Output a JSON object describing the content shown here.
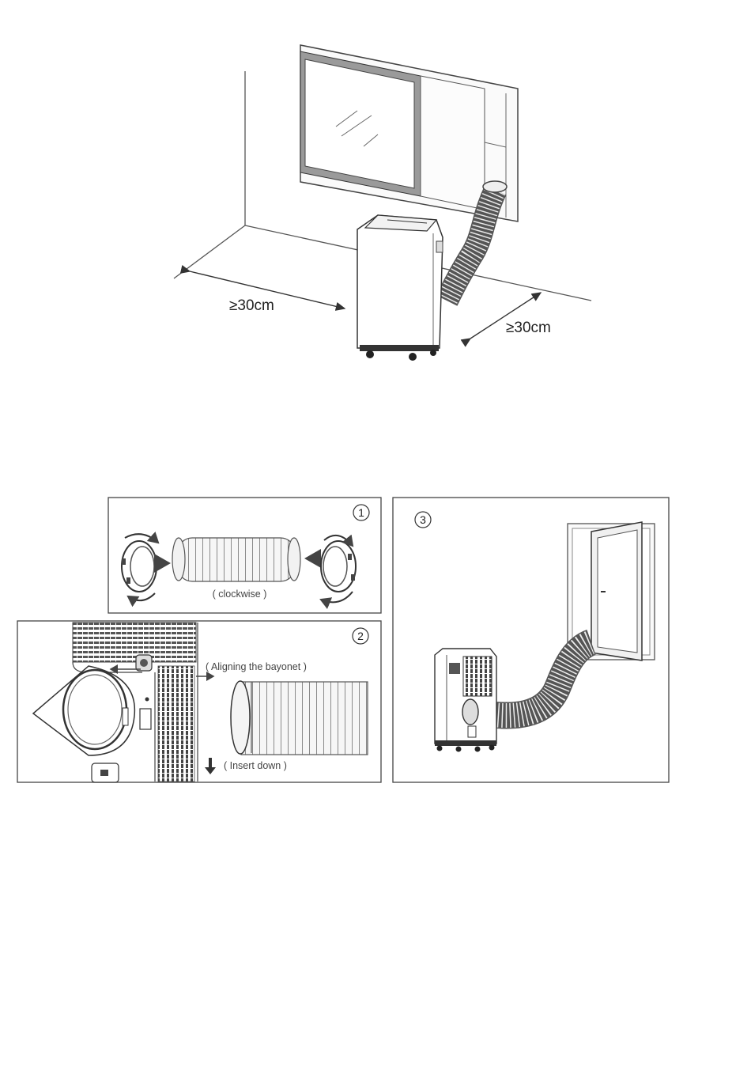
{
  "clearance": {
    "left_label": "≥30cm",
    "back_label": "≥30cm"
  },
  "steps": [
    {
      "number": "1",
      "caption": "( clockwise )"
    },
    {
      "number": "2",
      "caption_top": "( Aligning the bayonet )",
      "caption_bottom": "( Insert down )"
    },
    {
      "number": "3"
    }
  ]
}
